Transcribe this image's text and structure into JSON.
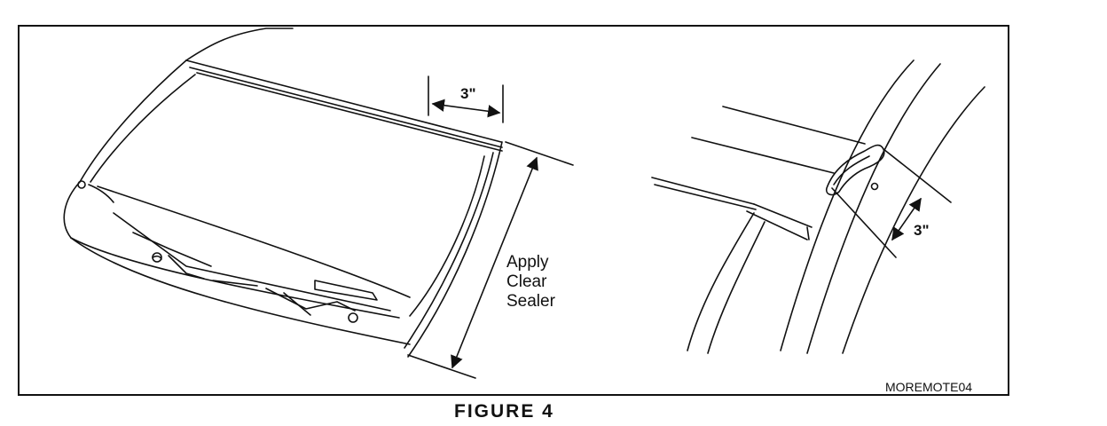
{
  "figure": {
    "left_dimension": "3\"",
    "right_dimension": "3\"",
    "apply_label": [
      "Apply",
      "Clear",
      "Sealer"
    ],
    "code": "MOREMOTE04",
    "caption": "FIGURE 4"
  }
}
